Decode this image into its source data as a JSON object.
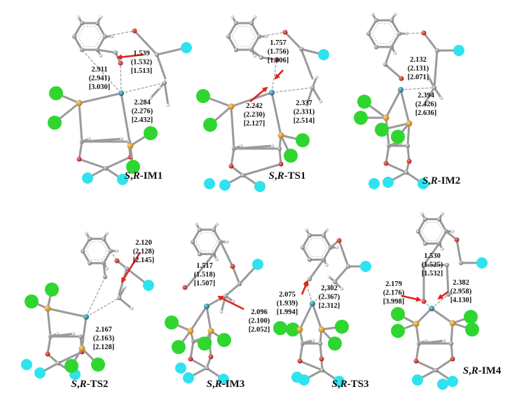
{
  "colors": {
    "pd": "#1a7f96",
    "phosphorus": "#e39b1a",
    "fluorine_like": "#2fd62f",
    "cyan_group": "#2fe3ee",
    "oxygen": "#c8231d",
    "carbon": "#8f8f8f",
    "hydrogen": "#d8d8d8",
    "arrow": "#e0251c"
  },
  "structures": [
    {
      "id": "IM1",
      "label": {
        "prefix": "S",
        "sep": ",",
        "middle": "R",
        "dash": "-",
        "name": "IM1"
      },
      "distances": [
        {
          "id": "a",
          "lines": [
            "1.539",
            "(1.532)",
            "[1.513]"
          ]
        },
        {
          "id": "b",
          "lines": [
            "2.911",
            "(2.941)",
            "[3.030]"
          ]
        },
        {
          "id": "c",
          "lines": [
            "2.284",
            "(2.276)",
            "[2.432]"
          ]
        }
      ]
    },
    {
      "id": "TS1",
      "label": {
        "prefix": "S",
        "sep": ",",
        "middle": "R",
        "dash": "-",
        "name": "TS1"
      },
      "distances": [
        {
          "id": "a",
          "lines": [
            "1.757",
            "(1.756)",
            "[1.806]"
          ]
        },
        {
          "id": "b",
          "lines": [
            "2.242",
            "(2.230)",
            "[2.127]"
          ]
        },
        {
          "id": "c",
          "lines": [
            "2.337",
            "(2.331)",
            "[2.514]"
          ]
        }
      ]
    },
    {
      "id": "IM2",
      "label": {
        "prefix": "S",
        "sep": ",",
        "middle": "R",
        "dash": "-",
        "name": "IM2"
      },
      "distances": [
        {
          "id": "a",
          "lines": [
            "2.132",
            "(2.131)",
            "[2.071]"
          ]
        },
        {
          "id": "b",
          "lines": [
            "2.394",
            "(2.426)",
            "[2.636]"
          ]
        }
      ]
    },
    {
      "id": "TS2",
      "label": {
        "prefix": "S",
        "sep": ",",
        "middle": "R",
        "dash": "-",
        "name": "TS2"
      },
      "distances": [
        {
          "id": "a",
          "lines": [
            "2.120",
            "(2.128)",
            "[2.145]"
          ]
        },
        {
          "id": "b",
          "lines": [
            "2.167",
            "(2.163)",
            "[2.128]"
          ]
        }
      ]
    },
    {
      "id": "IM3",
      "label": {
        "prefix": "S",
        "sep": ",",
        "middle": "R",
        "dash": "-",
        "name": "IM3"
      },
      "distances": [
        {
          "id": "a",
          "lines": [
            "1.517",
            "(1.518)",
            "[1.507]"
          ]
        },
        {
          "id": "b",
          "lines": [
            "2.096",
            "(2.100)",
            "[2.052]"
          ]
        }
      ]
    },
    {
      "id": "TS3",
      "label": {
        "prefix": "S",
        "sep": ",",
        "middle": "R",
        "dash": "-",
        "name": "TS3"
      },
      "distances": [
        {
          "id": "a",
          "lines": [
            "2.075",
            "(1.939)",
            "[1.994]"
          ]
        },
        {
          "id": "b",
          "lines": [
            "2.302",
            "(2.367)",
            "[2.312]"
          ]
        }
      ]
    },
    {
      "id": "IM4",
      "label": {
        "prefix": "S",
        "sep": ",",
        "middle": "R",
        "dash": "-",
        "name": "IM4"
      },
      "distances": [
        {
          "id": "a",
          "lines": [
            "1.530",
            "(1.525)",
            "[1.532]"
          ]
        },
        {
          "id": "b",
          "lines": [
            "2.179",
            "(2.176)",
            "[3.998]"
          ]
        },
        {
          "id": "c",
          "lines": [
            "2.382",
            "(2.958)",
            "[4.130]"
          ]
        }
      ]
    }
  ]
}
